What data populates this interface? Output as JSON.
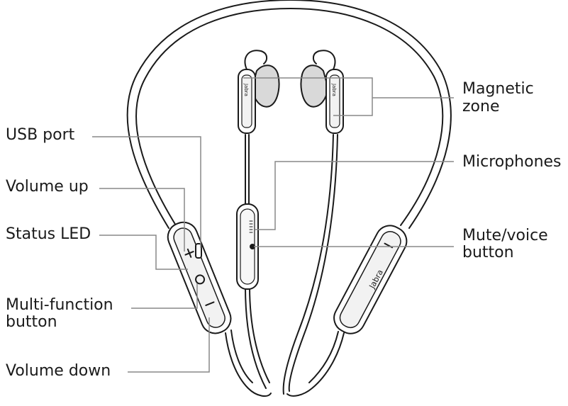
{
  "labels": {
    "usb_port": "USB port",
    "volume_up": "Volume up",
    "status_led": "Status LED",
    "multi_function_line1": "Multi-function",
    "multi_function_line2": "button",
    "volume_down": "Volume down",
    "magnetic_line1": "Magnetic",
    "magnetic_line2": "zone",
    "microphones": "Microphones",
    "mute_line1": "Mute/voice",
    "mute_line2": "button"
  },
  "brand_text": "Jabra",
  "colors": {
    "outline": "#1a1a1a",
    "fill": "#ffffff",
    "shade": "#d9d9d9",
    "leader": "#888888"
  }
}
